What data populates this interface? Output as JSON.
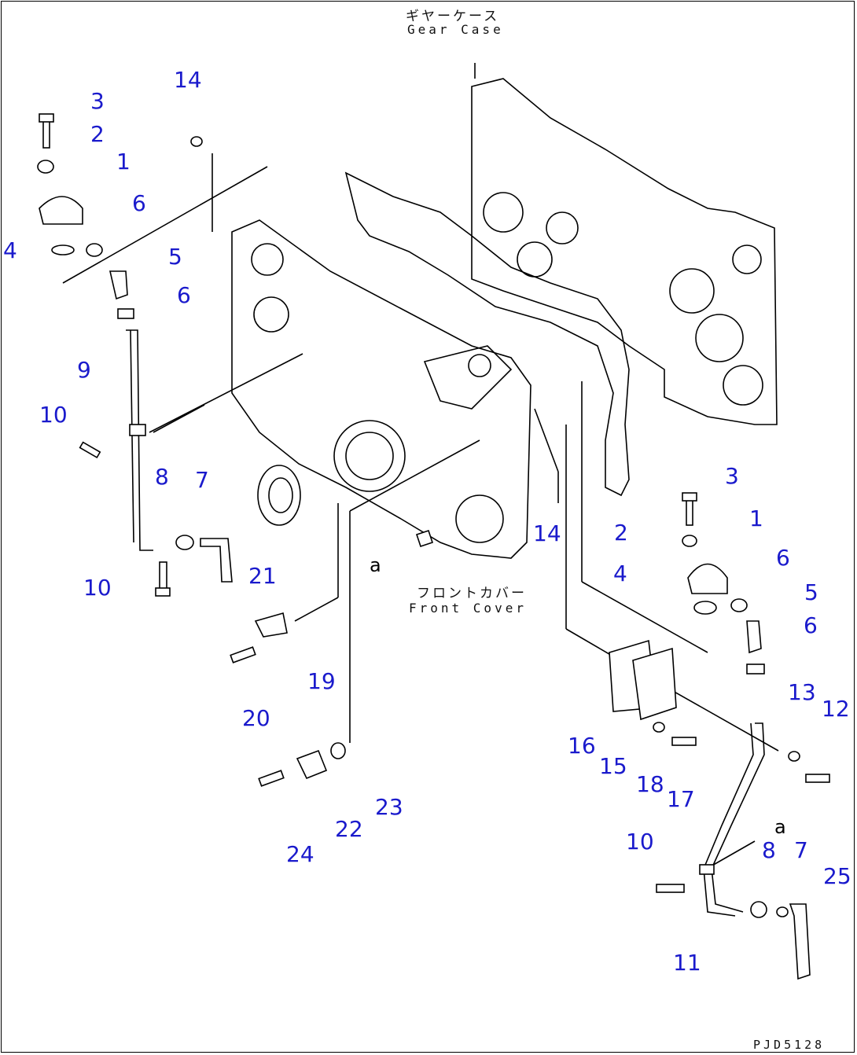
{
  "labels": {
    "gear_case_jp": "ギヤーケース",
    "gear_case_en": "Gear Case",
    "front_cover_jp": "フロントカバー",
    "front_cover_en": "Front Cover",
    "ref_a_top": "a",
    "ref_a_bottom": "a",
    "doc_id": "PJD5128"
  },
  "callouts": {
    "left": [
      "3",
      "2",
      "1",
      "6",
      "4",
      "5",
      "6",
      "9",
      "10",
      "8",
      "7",
      "10",
      "14"
    ],
    "center": [
      "21",
      "19",
      "20",
      "24",
      "22",
      "23",
      "14"
    ],
    "right": [
      "3",
      "2",
      "1",
      "6",
      "4",
      "5",
      "6",
      "16",
      "15",
      "18",
      "17",
      "13",
      "12",
      "10",
      "8",
      "7",
      "25",
      "11"
    ]
  },
  "colors": {
    "callout": "#1a1acc",
    "line": "#000000"
  }
}
